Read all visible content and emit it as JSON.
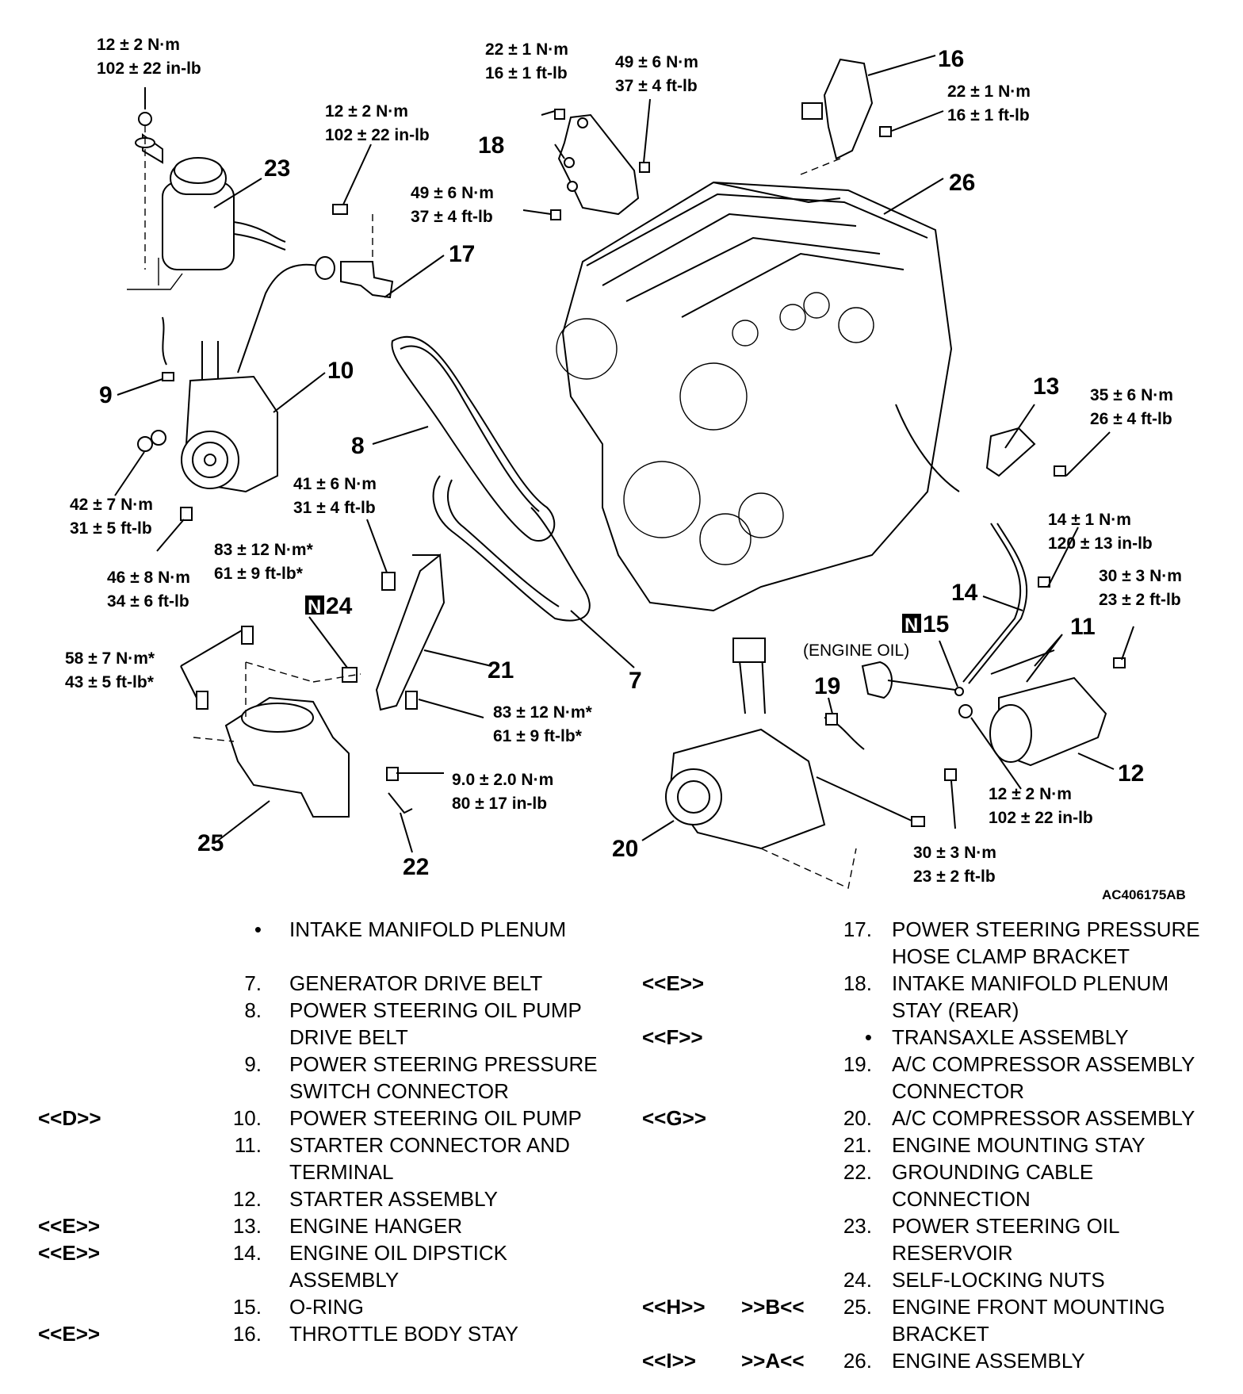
{
  "figure_id": "AC406175AB",
  "callouts": {
    "c7": "7",
    "c8": "8",
    "c9": "9",
    "c10": "10",
    "c11": "11",
    "c12": "12",
    "c13": "13",
    "c14": "14",
    "c15": "15",
    "c16": "16",
    "c17": "17",
    "c18": "18",
    "c19": "19",
    "c20": "20",
    "c21": "21",
    "c22": "22",
    "c23": "23",
    "c24": "24",
    "c25": "25",
    "c26": "26",
    "n_badge": "N",
    "engine_oil": "(ENGINE OIL)"
  },
  "torques": {
    "t_reservoir_nut": [
      "12 ± 2 N·m",
      "102 ± 22 in-lb"
    ],
    "t_bracket17": [
      "12 ± 2 N·m",
      "102 ± 22 in-lb"
    ],
    "t_stay18_upper": [
      "22 ± 1 N·m",
      "16 ± 1 ft-lb"
    ],
    "t_stay18_right": [
      "49 ± 6 N·m",
      "37 ± 4 ft-lb"
    ],
    "t_stay18_lower": [
      "49 ± 6 N·m",
      "37 ± 4 ft-lb"
    ],
    "t_stay16": [
      "22 ± 1 N·m",
      "16 ± 1 ft-lb"
    ],
    "t_pump_nut": [
      "42 ± 7 N·m",
      "31 ± 5 ft-lb"
    ],
    "t_pump_bolt": [
      "46 ± 8 N·m",
      "34 ± 6 ft-lb"
    ],
    "t_stay21_top": [
      "41 ± 6 N·m",
      "31 ± 4 ft-lb"
    ],
    "t_nut24": [
      "83 ± 12 N·m*",
      "61 ± 9 ft-lb*"
    ],
    "t_bracket25": [
      "58 ± 7 N·m*",
      "43 ± 5 ft-lb*"
    ],
    "t_stay21_right": [
      "83 ± 12 N·m*",
      "61 ± 9 ft-lb*"
    ],
    "t_ground22": [
      "9.0 ± 2.0 N·m",
      "80 ± 17 in-lb"
    ],
    "t_hanger13": [
      "35 ± 6 N·m",
      "26 ± 4 ft-lb"
    ],
    "t_dipstick14": [
      "14 ± 1 N·m",
      "120 ± 13 in-lb"
    ],
    "t_starter_upper": [
      "30 ± 3 N·m",
      "23 ± 2 ft-lb"
    ],
    "t_starter_terminal": [
      "12 ± 2 N·m",
      "102 ± 22 in-lb"
    ],
    "t_starter_lower": [
      "30 ± 3 N·m",
      "23 ± 2 ft-lb"
    ]
  },
  "legend_left": [
    {
      "code": "",
      "num": "•",
      "label": "INTAKE MANIFOLD PLENUM"
    },
    {
      "code": "",
      "num": "",
      "label": ""
    },
    {
      "code": "",
      "num": "7.",
      "label": "GENERATOR DRIVE BELT"
    },
    {
      "code": "",
      "num": "8.",
      "label": "POWER STEERING OIL PUMP"
    },
    {
      "code": "",
      "num": "",
      "label": "DRIVE BELT"
    },
    {
      "code": "",
      "num": "9.",
      "label": "POWER STEERING PRESSURE"
    },
    {
      "code": "",
      "num": "",
      "label": "SWITCH CONNECTOR"
    },
    {
      "code": "<<D>>",
      "num": "10.",
      "label": "POWER STEERING OIL PUMP"
    },
    {
      "code": "",
      "num": "11.",
      "label": "STARTER CONNECTOR AND"
    },
    {
      "code": "",
      "num": "",
      "label": "TERMINAL"
    },
    {
      "code": "",
      "num": "12.",
      "label": "STARTER ASSEMBLY"
    },
    {
      "code": "<<E>>",
      "num": "13.",
      "label": "ENGINE HANGER"
    },
    {
      "code": "<<E>>",
      "num": "14.",
      "label": "ENGINE OIL DIPSTICK"
    },
    {
      "code": "",
      "num": "",
      "label": "ASSEMBLY"
    },
    {
      "code": "",
      "num": "15.",
      "label": "O-RING"
    },
    {
      "code": "<<E>>",
      "num": "16.",
      "label": "THROTTLE BODY STAY"
    }
  ],
  "legend_right": [
    {
      "code1": "",
      "code2": "",
      "num": "17.",
      "label": "POWER STEERING PRESSURE"
    },
    {
      "code1": "",
      "code2": "",
      "num": "",
      "label": "HOSE CLAMP BRACKET"
    },
    {
      "code1": "<<E>>",
      "code2": "",
      "num": "18.",
      "label": "INTAKE MANIFOLD PLENUM"
    },
    {
      "code1": "",
      "code2": "",
      "num": "",
      "label": "STAY (REAR)"
    },
    {
      "code1": "<<F>>",
      "code2": "",
      "num": "•",
      "label": "TRANSAXLE ASSEMBLY"
    },
    {
      "code1": "",
      "code2": "",
      "num": "19.",
      "label": "A/C COMPRESSOR ASSEMBLY"
    },
    {
      "code1": "",
      "code2": "",
      "num": "",
      "label": "CONNECTOR"
    },
    {
      "code1": "<<G>>",
      "code2": "",
      "num": "20.",
      "label": "A/C COMPRESSOR ASSEMBLY"
    },
    {
      "code1": "",
      "code2": "",
      "num": "21.",
      "label": "ENGINE MOUNTING STAY"
    },
    {
      "code1": "",
      "code2": "",
      "num": "22.",
      "label": "GROUNDING CABLE"
    },
    {
      "code1": "",
      "code2": "",
      "num": "",
      "label": "CONNECTION"
    },
    {
      "code1": "",
      "code2": "",
      "num": "23.",
      "label": "POWER STEERING OIL"
    },
    {
      "code1": "",
      "code2": "",
      "num": "",
      "label": "RESERVOIR"
    },
    {
      "code1": "",
      "code2": "",
      "num": "24.",
      "label": "SELF-LOCKING NUTS"
    },
    {
      "code1": "<<H>>",
      "code2": ">>B<<",
      "num": "25.",
      "label": "ENGINE FRONT MOUNTING"
    },
    {
      "code1": "",
      "code2": "",
      "num": "",
      "label": "BRACKET"
    },
    {
      "code1": "<<I>>",
      "code2": ">>A<<",
      "num": "26.",
      "label": "ENGINE ASSEMBLY"
    }
  ]
}
